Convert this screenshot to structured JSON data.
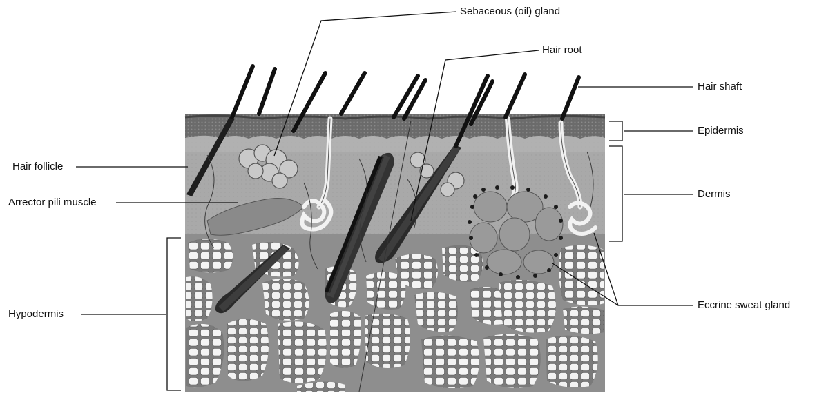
{
  "labels": {
    "sebaceous_gland": "Sebaceous (oil) gland",
    "hair_root": "Hair root",
    "hair_shaft": "Hair shaft",
    "epidermis": "Epidermis",
    "dermis": "Dermis",
    "eccrine_sweat_gland": "Eccrine sweat gland",
    "hair_follicle": "Hair follicle",
    "arrector_pili_muscle": "Arrector pili muscle",
    "hypodermis": "Hypodermis"
  }
}
